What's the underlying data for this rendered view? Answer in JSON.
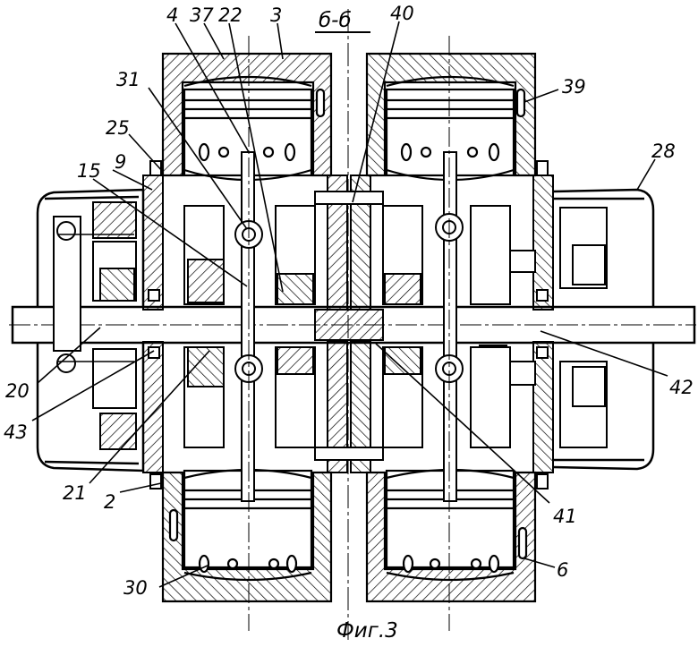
{
  "section_label": "б-б",
  "caption": "Фиг.3",
  "callouts": {
    "n4": "4",
    "n37": "37",
    "n22": "22",
    "n3": "3",
    "n40": "40",
    "n31": "31",
    "n39": "39",
    "n25": "25",
    "n9": "9",
    "n28": "28",
    "n15": "15",
    "n20": "20",
    "n42": "42",
    "n43": "43",
    "n21": "21",
    "n2": "2",
    "n41": "41",
    "n30": "30",
    "n6": "6"
  },
  "colors": {
    "ink": "#000000",
    "paper": "#ffffff"
  }
}
